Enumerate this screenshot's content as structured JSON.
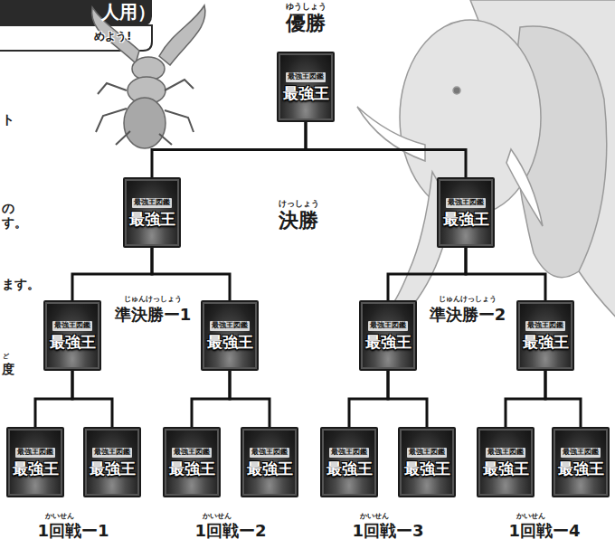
{
  "diagram": {
    "nodes": [
      {
        "text": [
          "最強王図鑑",
          "最強王"
        ]
      },
      {
        "text": [
          "最強王図鑑",
          "最強王"
        ]
      },
      {
        "text": [
          "最強王図鑑",
          "最強王"
        ]
      },
      {
        "text": [
          "最強王図鑑",
          "最強王"
        ]
      },
      {
        "text": [
          "最強王図鑑",
          "最強王"
        ]
      },
      {
        "text": [
          "最強王図鑑",
          "最強王"
        ]
      },
      {
        "text": [
          "最強王図鑑",
          "最強王"
        ]
      },
      {
        "text": [
          "最強王図鑑",
          "最強王"
        ]
      },
      {
        "text": [
          "最強王図鑑",
          "最強王"
        ]
      },
      {
        "text": [
          "最強王図鑑",
          "最強王"
        ]
      },
      {
        "text": [
          "最強王図鑑",
          "最強王"
        ]
      },
      {
        "text": [
          "最強王図鑑",
          "最強王"
        ]
      },
      {
        "text": [
          "最強王図鑑",
          "最強王"
        ]
      },
      {
        "text": [
          "最強王図鑑",
          "最強王"
        ]
      },
      {
        "text": [
          "最強王図鑑",
          "最強王"
        ]
      }
    ],
    "edges": [
      {
        "from": 1,
        "to": 0,
        "arrow": "none"
      },
      {
        "from": 2,
        "to": 0,
        "arrow": "none"
      },
      {
        "from": 3,
        "to": 1,
        "arrow": "none"
      },
      {
        "from": 4,
        "to": 1,
        "arrow": "none"
      },
      {
        "from": 5,
        "to": 2,
        "arrow": "none"
      },
      {
        "from": 6,
        "to": 2,
        "arrow": "none"
      },
      {
        "from": 7,
        "to": 3,
        "arrow": "none"
      },
      {
        "from": 8,
        "to": 3,
        "arrow": "none"
      },
      {
        "from": 9,
        "to": 4,
        "arrow": "none"
      },
      {
        "from": 10,
        "to": 4,
        "arrow": "none"
      },
      {
        "from": 11,
        "to": 5,
        "arrow": "none"
      },
      {
        "from": 12,
        "to": 5,
        "arrow": "none"
      },
      {
        "from": 13,
        "to": 6,
        "arrow": "none"
      },
      {
        "from": 14,
        "to": 6,
        "arrow": "none"
      }
    ],
    "labels": [
      "ゆうしょう",
      "優勝",
      "けっしょう",
      "決勝",
      "じゅんけっしょう",
      "準決勝ー1",
      "じゅんけっしょう",
      "準決勝ー2",
      "かいせん",
      "1回戦ー1",
      "かいせん",
      "1回戦ー2",
      "かいせん",
      "1回戦ー3",
      "かいせん",
      "1回戦ー4",
      "人用）",
      "めよう!",
      "ト",
      "の",
      "す。",
      "ます。",
      "ど",
      "度"
    ]
  }
}
